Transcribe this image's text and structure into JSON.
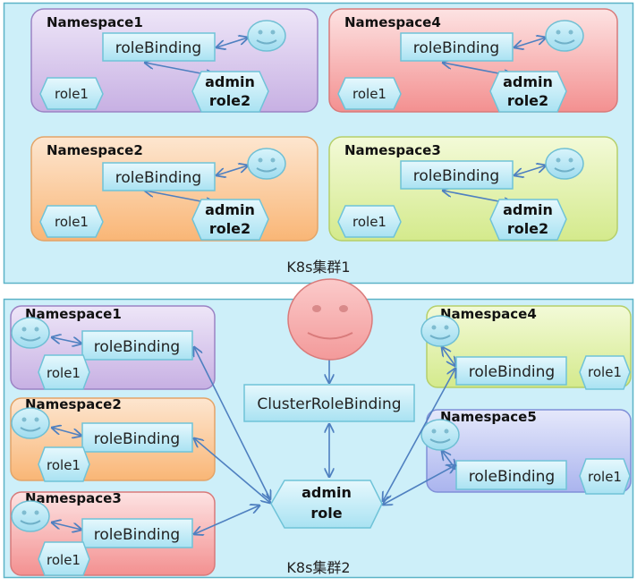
{
  "cluster1": {
    "label": "K8s集群1",
    "namespaces": [
      {
        "name": "Namespace1",
        "binding": "roleBinding",
        "role": "role1",
        "admin_line1": "admin",
        "admin_line2": "role2"
      },
      {
        "name": "Namespace4",
        "binding": "roleBinding",
        "role": "role1",
        "admin_line1": "admin",
        "admin_line2": "role2"
      },
      {
        "name": "Namespace2",
        "binding": "roleBinding",
        "role": "role1",
        "admin_line1": "admin",
        "admin_line2": "role2"
      },
      {
        "name": "Namespace3",
        "binding": "roleBinding",
        "role": "role1",
        "admin_line1": "admin",
        "admin_line2": "role2"
      }
    ]
  },
  "cluster2": {
    "label": "K8s集群2",
    "cluster_role_binding": "ClusterRoleBinding",
    "admin_line1": "admin",
    "admin_line2": "role",
    "namespaces": [
      {
        "name": "Namespace1",
        "binding": "roleBinding",
        "role": "role1"
      },
      {
        "name": "Namespace2",
        "binding": "roleBinding",
        "role": "role1"
      },
      {
        "name": "Namespace3",
        "binding": "roleBinding",
        "role": "role1"
      },
      {
        "name": "Namespace4",
        "binding": "roleBinding",
        "role": "role1"
      },
      {
        "name": "Namespace5",
        "binding": "roleBinding",
        "role": "role1"
      }
    ]
  },
  "colors": {
    "cluster_bg": "#cdeff9",
    "purple": "#d3c0ea",
    "red": "#f7a3a3",
    "orange": "#fbc38c",
    "green": "#def0a4",
    "blue": "#c3c9f3",
    "arrow": "#4f80c0"
  }
}
